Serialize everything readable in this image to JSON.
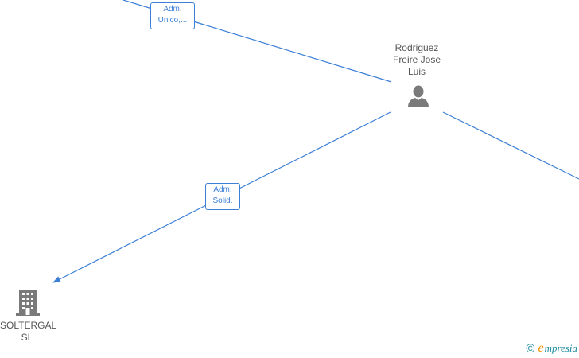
{
  "nodes": {
    "person": {
      "name_lines": [
        "Rodriguez",
        "Freire Jose",
        "Luis"
      ],
      "icon": "person-icon"
    },
    "company": {
      "name_lines": [
        "SOLTERGAL",
        "SL"
      ],
      "icon": "building-icon"
    }
  },
  "edges": {
    "top": {
      "label_lines": [
        "Adm.",
        "Unico,..."
      ]
    },
    "solid": {
      "label_lines": [
        "Adm.",
        "Solid."
      ]
    }
  },
  "brand": {
    "copyright": "©",
    "initial": "e",
    "rest": "mpresia"
  },
  "colors": {
    "edge": "#3b7fd6",
    "node_icon": "#7a7a7a",
    "text": "#555555"
  }
}
